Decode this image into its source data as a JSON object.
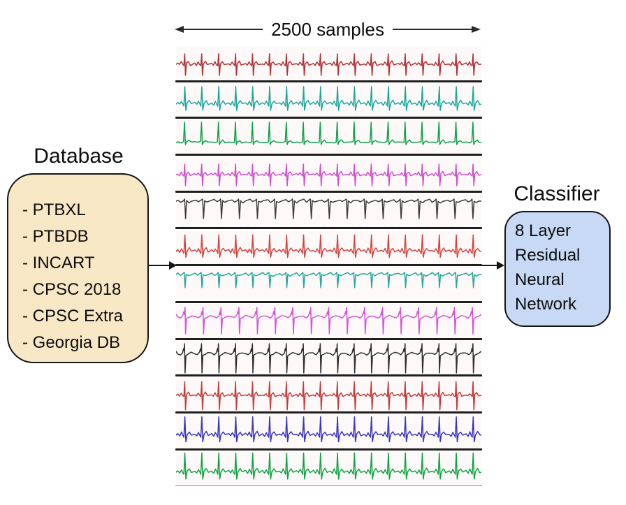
{
  "figure": {
    "background": "#ffffff"
  },
  "header": {
    "label": "2500 samples",
    "arrow_color": "#2b2b2b"
  },
  "database": {
    "title": "Database",
    "items": [
      "- PTBXL",
      "- PTBDB",
      "- INCART",
      "- CPSC 2018",
      "- CPSC Extra",
      "- Georgia DB"
    ],
    "fill": "#f9e8c5",
    "border": "#151515"
  },
  "classifier": {
    "title": "Classifier",
    "label": "8 Layer Residual Neural Network",
    "fill": "#c7d9f4",
    "border": "#151515"
  },
  "ecg": {
    "separator_color": "#1e1e1e",
    "bottom_line_color": "#8f8f8f",
    "strip_background": "#fdf9f8",
    "traces": [
      {
        "lead": "trace-1",
        "color": "#b03338",
        "shape": "biphasic",
        "beats": 18,
        "amp": 1.0
      },
      {
        "lead": "trace-2",
        "color": "#1ca89a",
        "shape": "up",
        "beats": 18,
        "amp": 1.0
      },
      {
        "lead": "trace-3",
        "color": "#0fa24c",
        "shape": "tallup",
        "beats": 18,
        "amp": 1.0
      },
      {
        "lead": "trace-4",
        "color": "#cf4fd0",
        "shape": "biphasic",
        "beats": 18,
        "amp": 1.0
      },
      {
        "lead": "trace-5",
        "color": "#3d3d3d",
        "shape": "down",
        "beats": 17,
        "amp": 1.0
      },
      {
        "lead": "trace-6",
        "color": "#d4453f",
        "shape": "up",
        "beats": 18,
        "amp": 0.95
      },
      {
        "lead": "trace-7",
        "color": "#23a79c",
        "shape": "down",
        "beats": 18,
        "amp": 0.75
      },
      {
        "lead": "trace-8",
        "color": "#d355d8",
        "shape": "full",
        "beats": 17,
        "amp": 0.9
      },
      {
        "lead": "trace-9",
        "color": "#2f2f2f",
        "shape": "full",
        "beats": 18,
        "amp": 1.0
      },
      {
        "lead": "trace-10",
        "color": "#c33b3b",
        "shape": "biphasic",
        "beats": 18,
        "amp": 1.3
      },
      {
        "lead": "trace-11",
        "color": "#3b35c0",
        "shape": "up",
        "beats": 18,
        "amp": 1.05
      },
      {
        "lead": "trace-12",
        "color": "#12a346",
        "shape": "up",
        "beats": 18,
        "amp": 1.1
      }
    ]
  }
}
